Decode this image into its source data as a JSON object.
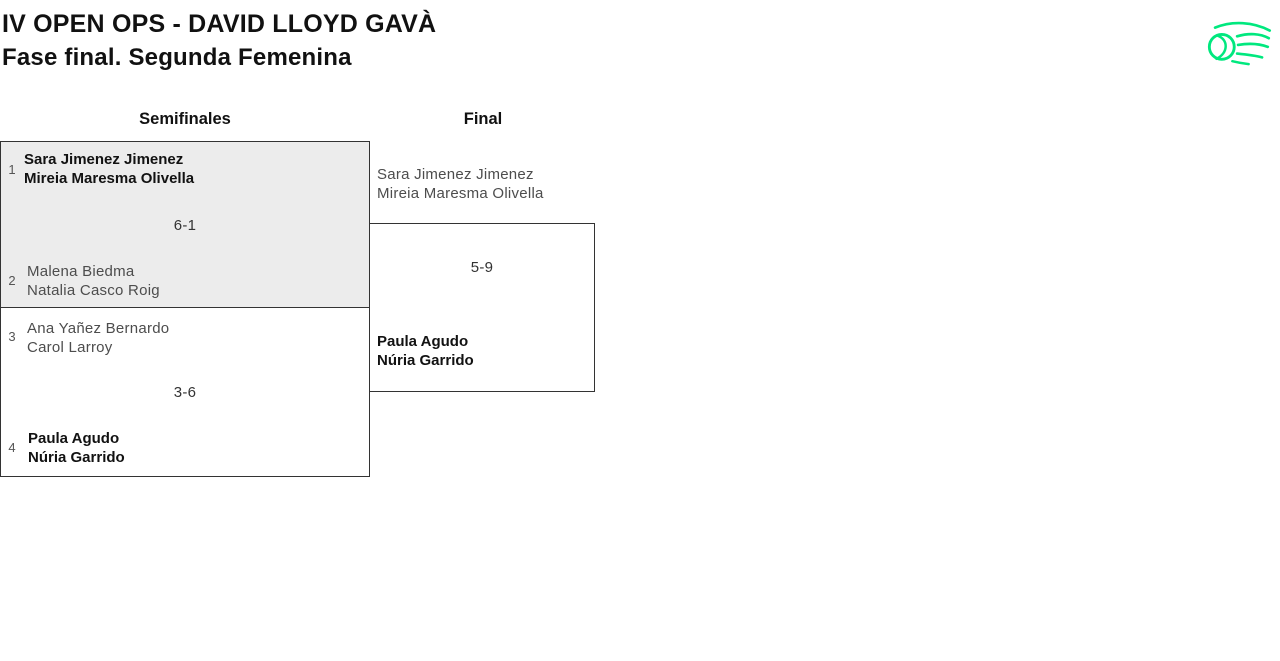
{
  "header": {
    "title_line1": "IV OPEN OPS - DAVID LLOYD GAVÀ",
    "title_line2": "Fase final. Segunda Femenina",
    "logo": {
      "icon": "tennis-ball-swoosh-icon",
      "color": "#00e87e"
    }
  },
  "colors": {
    "accent_green": "#00e87e",
    "match_highlight_bg": "#ececec",
    "box_border": "#333333",
    "winner_text": "#121212",
    "regular_text": "#4d4d4d"
  },
  "bracket": {
    "rounds": [
      {
        "label": "Semifinales"
      },
      {
        "label": "Final"
      }
    ],
    "semifinals": [
      {
        "team1": {
          "seed": "1",
          "players": [
            "Sara Jimenez Jimenez",
            "Mireia Maresma Olivella"
          ],
          "winner": true
        },
        "score": "6-1",
        "team2": {
          "seed": "2",
          "players": [
            "Malena Biedma",
            "Natalia Casco Roig"
          ],
          "winner": false
        }
      },
      {
        "team1": {
          "seed": "3",
          "players": [
            "Ana Yañez Bernardo",
            "Carol Larroy"
          ],
          "winner": false
        },
        "score": "3-6",
        "team2": {
          "seed": "4",
          "players": [
            "Paula Agudo",
            "Núria Garrido"
          ],
          "winner": true
        }
      }
    ],
    "final": {
      "team1": {
        "players": [
          "Sara Jimenez Jimenez",
          "Mireia Maresma Olivella"
        ],
        "winner": false
      },
      "score": "5-9",
      "team2": {
        "players": [
          "Paula Agudo",
          "Núria Garrido"
        ],
        "winner": true
      }
    }
  }
}
